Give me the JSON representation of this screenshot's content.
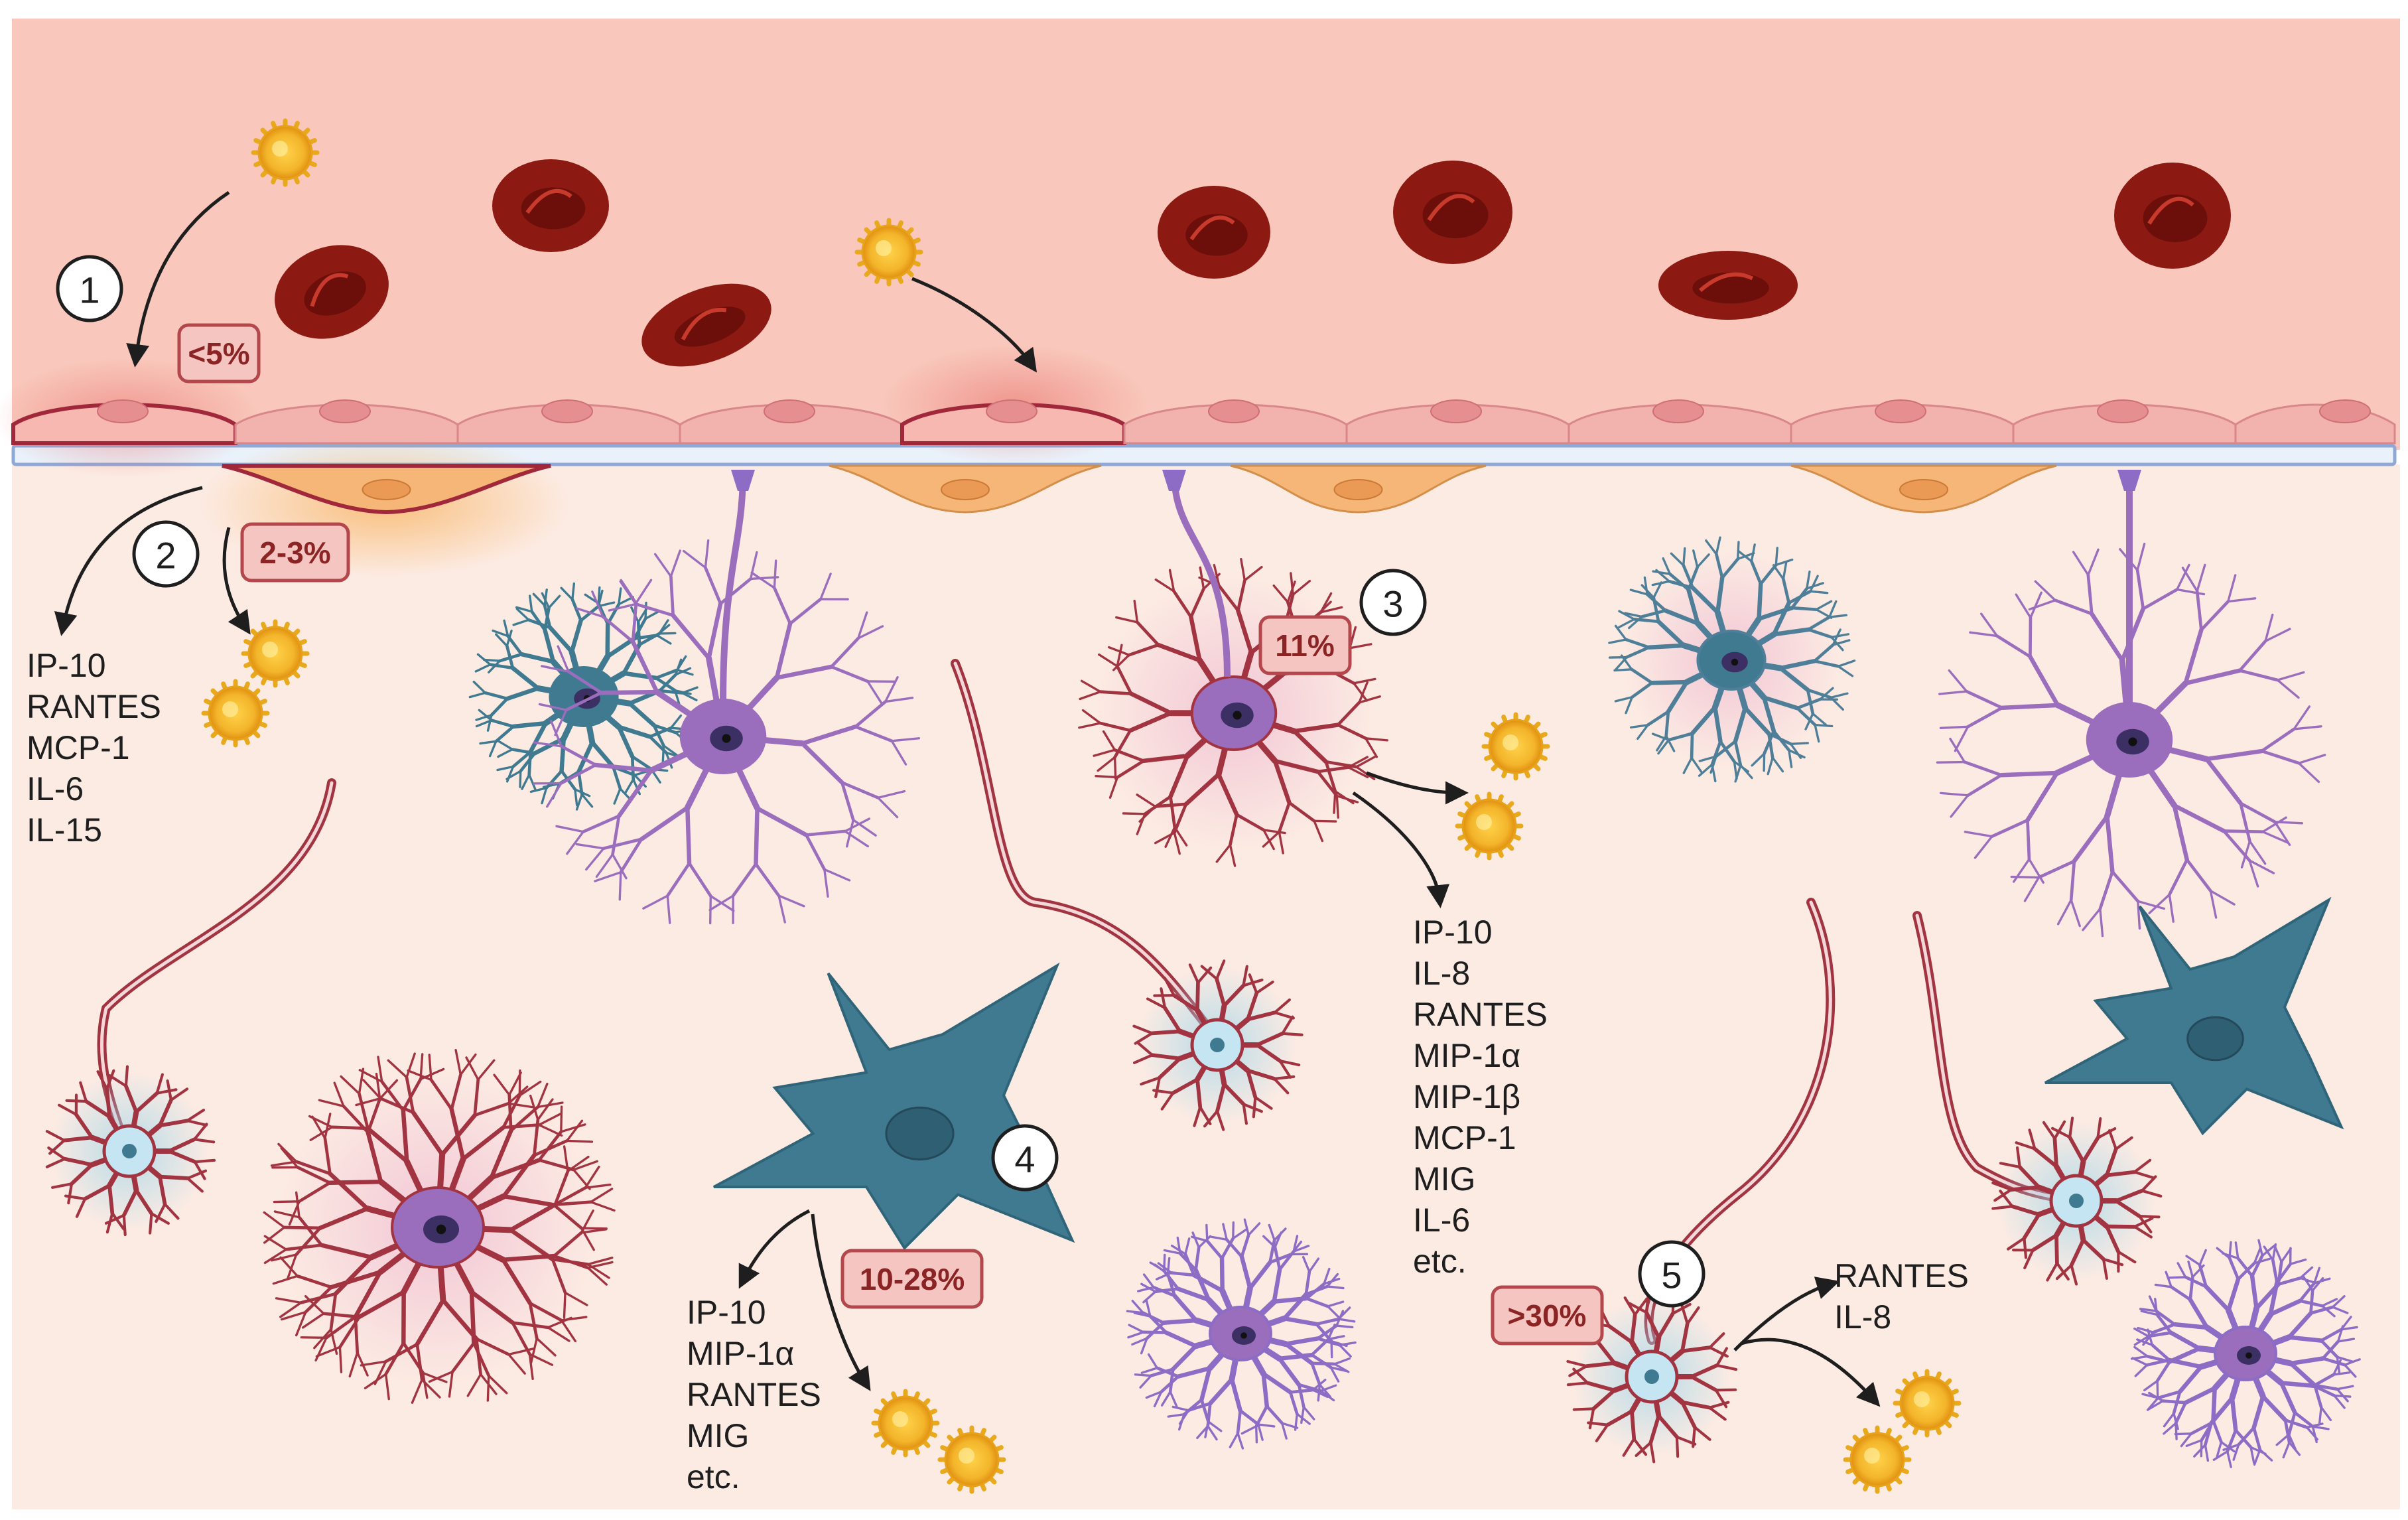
{
  "colors": {
    "vessel": "#f9c7bb",
    "tissue": "#fcebe3",
    "rbc": "#8c1a12",
    "virus": "#f3b52b",
    "endothelial": "#f2b2ae",
    "pericyte": "#f5b677",
    "astrocyte": "#9b6dbd",
    "neuron_red": "#a23441",
    "microglia": "#3f7a91",
    "oligodendrocyte": "#8c6cc4",
    "badge_fill": "#f5c5c1",
    "badge_text": "#8b2424"
  },
  "steps": [
    {
      "number": "1",
      "badge": "<5%"
    },
    {
      "number": "2",
      "badge": "2-3%"
    },
    {
      "number": "3",
      "badge": "11%"
    },
    {
      "number": "4",
      "badge": "10-28%"
    },
    {
      "number": "5",
      "badge": ">30%"
    }
  ],
  "cytokines": {
    "step2": [
      "IP-10",
      "RANTES",
      "MCP-1",
      "IL-6",
      "IL-15"
    ],
    "step3": [
      "IP-10",
      "IL-8",
      "RANTES",
      "MIP-1α",
      "MIP-1β",
      "MCP-1",
      "MIG",
      "IL-6",
      "etc."
    ],
    "step4": [
      "IP-10",
      "MIP-1α",
      "RANTES",
      "MIG",
      "etc."
    ],
    "step5": [
      "RANTES",
      "IL-8"
    ]
  },
  "icons": [
    "red-blood-cell-icon",
    "virus-particle-icon",
    "endothelial-cell-icon",
    "pericyte-icon",
    "astrocyte-icon",
    "neuron-icon",
    "microglia-icon",
    "oligodendrocyte-icon"
  ]
}
